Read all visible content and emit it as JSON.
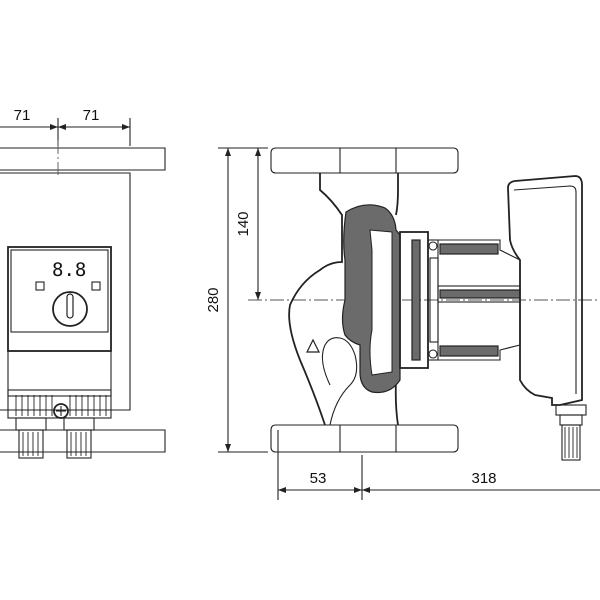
{
  "dimensions": {
    "front_half_width_left": "71",
    "front_half_width_right": "71",
    "side_height_total": "280",
    "side_height_to_axis": "140",
    "side_inlet_offset": "53",
    "side_total_length": "318"
  },
  "display": {
    "readout": "8.8"
  }
}
